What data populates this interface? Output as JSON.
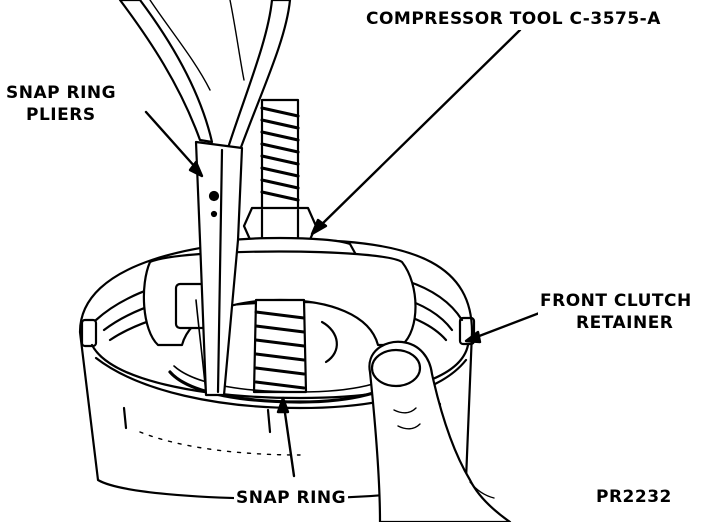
{
  "labels": {
    "compressor_tool": "COMPRESSOR TOOL C-3575-A",
    "snap_ring_pliers": [
      "SNAP RING",
      "PLIERS"
    ],
    "front_clutch_retainer": [
      "FRONT CLUTCH",
      "RETAINER"
    ],
    "snap_ring": "SNAP RING",
    "figure_id": "PR2232"
  },
  "colors": {
    "ink": "#000000",
    "paper": "#ffffff"
  }
}
